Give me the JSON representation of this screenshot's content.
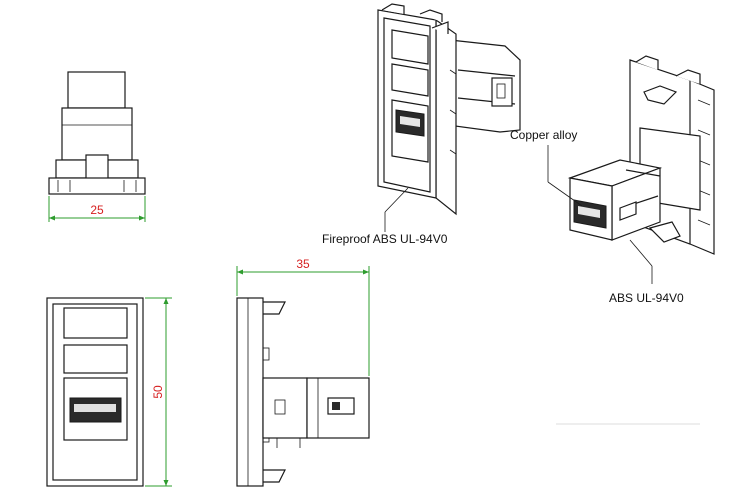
{
  "dimensions": {
    "width_front": "25",
    "height_front": "50",
    "depth_side": "35"
  },
  "callouts": {
    "fireproof": "Fireproof ABS UL-94V0",
    "copper": "Copper alloy",
    "abs": "ABS UL-94V0"
  },
  "colors": {
    "dimension_line": "#2e9c2e",
    "dimension_text": "#d62020",
    "outline": "#1a1a1a"
  }
}
